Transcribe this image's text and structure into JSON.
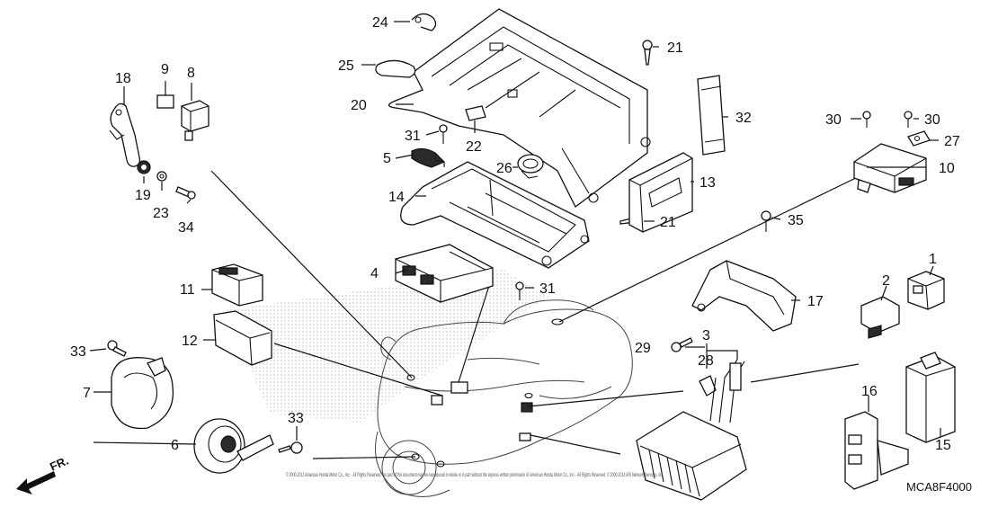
{
  "diagram": {
    "code": "MCA8F4000",
    "direction_label": "FR.",
    "copyright": "© 2000-2013 American Honda Motor Co., Inc. - All Rights Reserved. No part of this document may be reproduced in whole or in part without the express written permission of American Honda Motor Co., Inc. - All Rights Reserved. © 2000-2013 ARI Network Services, Inc."
  },
  "callouts": {
    "c1": "1",
    "c2": "2",
    "c3": "3",
    "c4": "4",
    "c5": "5",
    "c6": "6",
    "c7": "7",
    "c8": "8",
    "c9": "9",
    "c10": "10",
    "c11": "11",
    "c12": "12",
    "c13": "13",
    "c14": "14",
    "c15": "15",
    "c16": "16",
    "c17": "17",
    "c18": "18",
    "c19": "19",
    "c20": "20",
    "c21a": "21",
    "c21b": "21",
    "c22": "22",
    "c23": "23",
    "c24": "24",
    "c25": "25",
    "c26": "26",
    "c27": "27",
    "c28": "28",
    "c29": "29",
    "c30a": "30",
    "c30b": "30",
    "c31a": "31",
    "c31b": "31",
    "c32": "32",
    "c33a": "33",
    "c33b": "33",
    "c34": "34",
    "c35": "35"
  }
}
